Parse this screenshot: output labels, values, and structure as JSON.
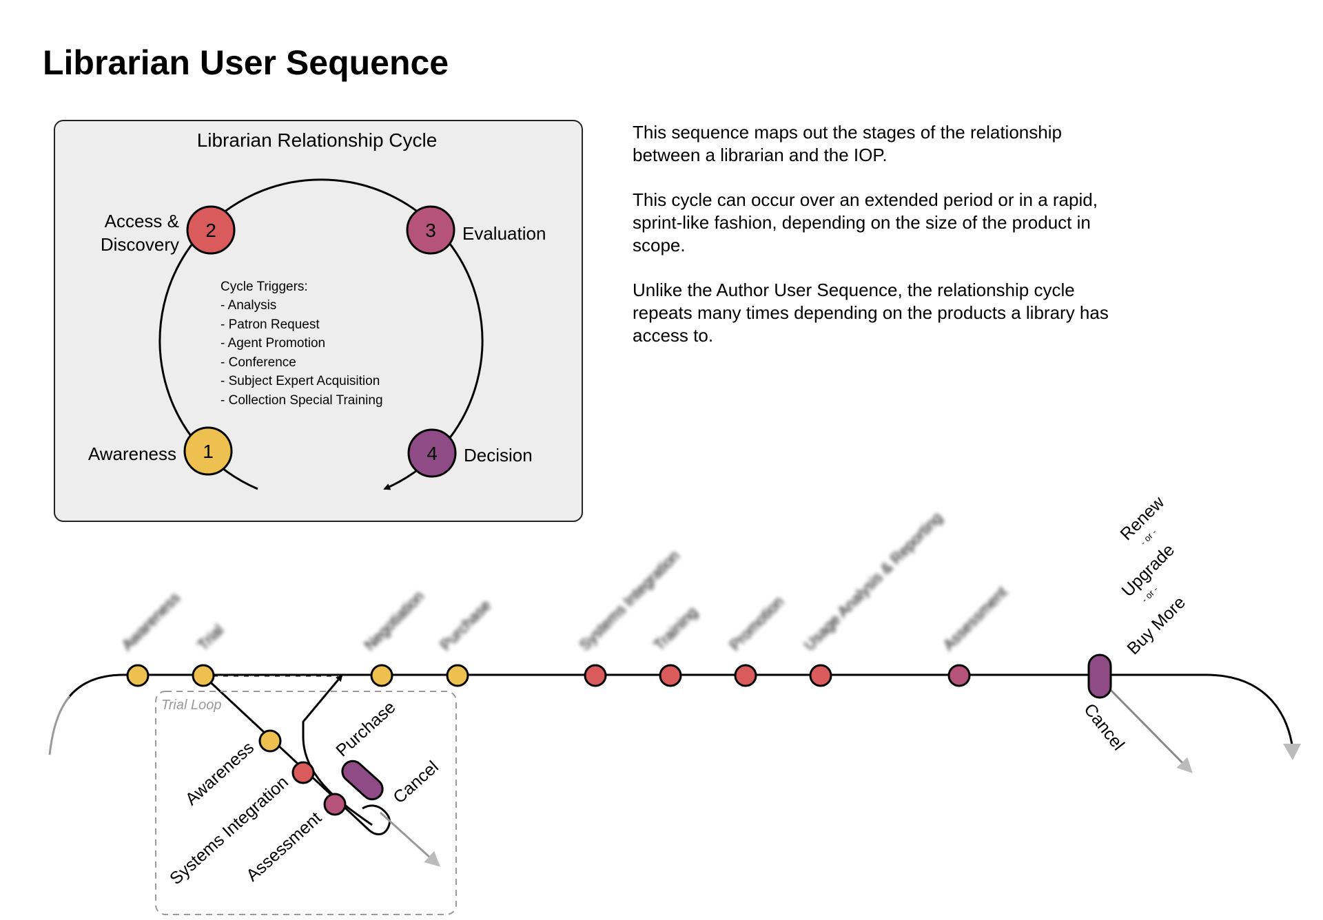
{
  "title": "Librarian User Sequence",
  "colors": {
    "awareness": "#eec04f",
    "access": "#d95b5b",
    "evaluation": "#b5537a",
    "decision": "#8e4b86",
    "panel": "#ededed"
  },
  "cycle": {
    "title": "Librarian Relationship Cycle",
    "stages": [
      {
        "number": "1",
        "label": "Awareness",
        "color": "#eec04f"
      },
      {
        "number": "2",
        "label_lines": [
          "Access &",
          "Discovery"
        ],
        "color": "#d95b5b"
      },
      {
        "number": "3",
        "label": "Evaluation",
        "color": "#b5537a"
      },
      {
        "number": "4",
        "label": "Decision",
        "color": "#8e4b86"
      }
    ],
    "triggers_heading": "Cycle Triggers:",
    "triggers": [
      "- Analysis",
      "- Patron Request",
      "- Agent Promotion",
      "- Conference",
      "- Subject Expert Acquisition",
      "- Collection Special Training"
    ]
  },
  "description": {
    "p1": [
      "This sequence maps out the stages of the relationship",
      "between a librarian and the IOP."
    ],
    "p2": [
      "This cycle can occur over an extended period or in a rapid,",
      "sprint-like fashion, depending on the size of the product in",
      "scope."
    ],
    "p3": [
      "Unlike the Author User Sequence, the relationship cycle",
      "repeats many times depending on the products a library has",
      "access to."
    ]
  },
  "timeline": {
    "top_labels": [
      "Awareness",
      "Trial",
      "Negotiation",
      "Purchase",
      "Systems Integration",
      "Training",
      "Promotion",
      "Usage Analysis & Reporting",
      "Assessment"
    ],
    "renew_options": [
      "Renew",
      "- or -",
      "Upgrade",
      "- or -",
      "Buy More"
    ],
    "cancel_label": "Cancel",
    "trial_loop": {
      "label": "Trial Loop",
      "branch_labels": [
        "Awareness",
        "Systems Integration",
        "Assessment"
      ],
      "purchase_label": "Purchase",
      "cancel_label": "Cancel"
    }
  }
}
